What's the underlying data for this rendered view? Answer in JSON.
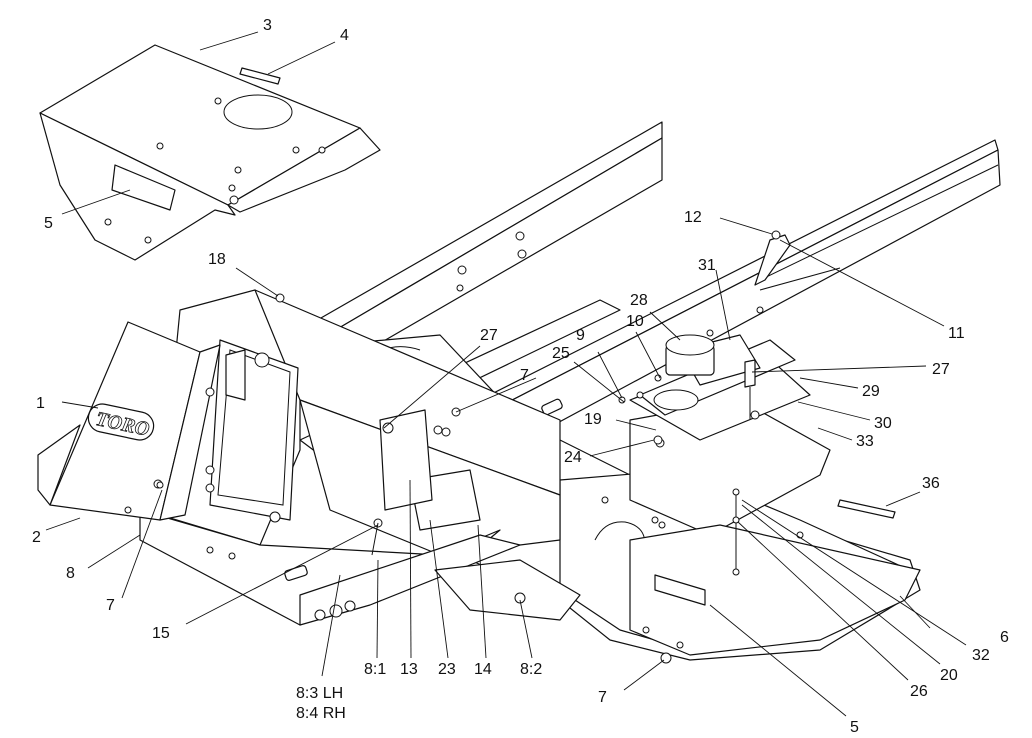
{
  "callouts": [
    {
      "id": "c1",
      "text": "1"
    },
    {
      "id": "c2",
      "text": "2"
    },
    {
      "id": "c3",
      "text": "3"
    },
    {
      "id": "c4",
      "text": "4"
    },
    {
      "id": "c5a",
      "text": "5"
    },
    {
      "id": "c5b",
      "text": "5"
    },
    {
      "id": "c6",
      "text": "6"
    },
    {
      "id": "c7a",
      "text": "7"
    },
    {
      "id": "c7b",
      "text": "7"
    },
    {
      "id": "c7c",
      "text": "7"
    },
    {
      "id": "c8",
      "text": "8"
    },
    {
      "id": "c9",
      "text": "9"
    },
    {
      "id": "c10",
      "text": "10"
    },
    {
      "id": "c11",
      "text": "11"
    },
    {
      "id": "c12",
      "text": "12"
    },
    {
      "id": "c13",
      "text": "13"
    },
    {
      "id": "c14",
      "text": "14"
    },
    {
      "id": "c15",
      "text": "15"
    },
    {
      "id": "c18",
      "text": "18"
    },
    {
      "id": "c19",
      "text": "19"
    },
    {
      "id": "c20",
      "text": "20"
    },
    {
      "id": "c23",
      "text": "23"
    },
    {
      "id": "c24",
      "text": "24"
    },
    {
      "id": "c25",
      "text": "25"
    },
    {
      "id": "c26",
      "text": "26"
    },
    {
      "id": "c27a",
      "text": "27"
    },
    {
      "id": "c27b",
      "text": "27"
    },
    {
      "id": "c28",
      "text": "28"
    },
    {
      "id": "c29",
      "text": "29"
    },
    {
      "id": "c30",
      "text": "30"
    },
    {
      "id": "c31",
      "text": "31"
    },
    {
      "id": "c32",
      "text": "32"
    },
    {
      "id": "c33",
      "text": "33"
    },
    {
      "id": "c36",
      "text": "36"
    },
    {
      "id": "c81",
      "text": "8:1"
    },
    {
      "id": "c82",
      "text": "8:2"
    },
    {
      "id": "c83",
      "text": "8:3 LH"
    },
    {
      "id": "c84",
      "text": "8:4 RH"
    }
  ],
  "logo_text": "TORO"
}
